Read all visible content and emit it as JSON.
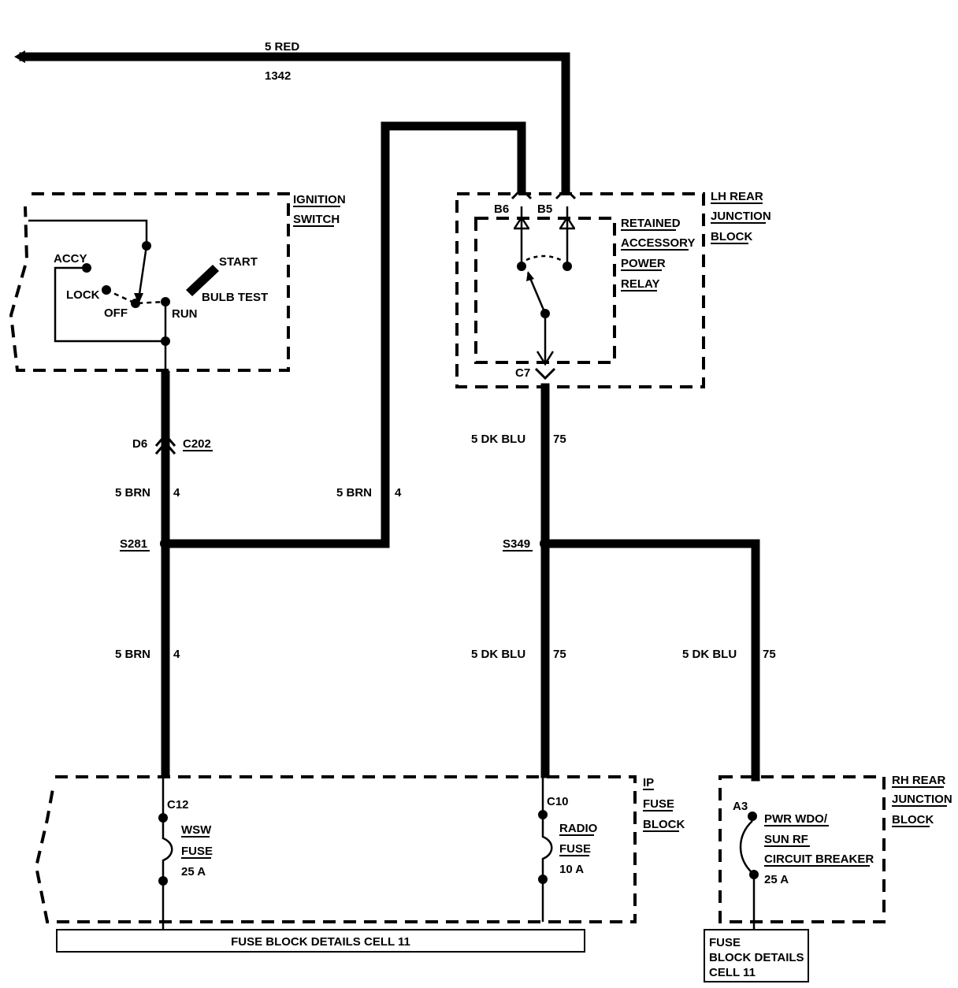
{
  "top_wire": {
    "color": "5 RED",
    "circuit": "1342"
  },
  "ignition_switch": {
    "title_line1": "IGNITION",
    "title_line2": "SWITCH",
    "accy": "ACCY",
    "lock": "LOCK",
    "off": "OFF",
    "run": "RUN",
    "start": "START",
    "bulb_test": "BULB TEST"
  },
  "lh_junction": {
    "title_line1": "LH REAR",
    "title_line2": "JUNCTION",
    "title_line3": "BLOCK",
    "pin_b6": "B6",
    "pin_b5": "B5",
    "pin_c7": "C7",
    "relay_line1": "RETAINED",
    "relay_line2": "ACCESSORY",
    "relay_line3": "POWER",
    "relay_line4": "RELAY"
  },
  "connector_c202": {
    "pin": "D6",
    "name": "C202"
  },
  "wires": {
    "brn_upper_left": {
      "color": "5 BRN",
      "circuit": "4"
    },
    "brn_mid": {
      "color": "5 BRN",
      "circuit": "4"
    },
    "brn_lower_left": {
      "color": "5 BRN",
      "circuit": "4"
    },
    "dkblu_upper": {
      "color": "5 DK BLU",
      "circuit": "75"
    },
    "dkblu_lower": {
      "color": "5 DK BLU",
      "circuit": "75"
    },
    "dkblu_right": {
      "color": "5 DK BLU",
      "circuit": "75"
    }
  },
  "splices": {
    "s281": "S281",
    "s349": "S349"
  },
  "ip_fuse_block": {
    "title_line1": "IP",
    "title_line2": "FUSE",
    "title_line3": "BLOCK",
    "pin_c12": "C12",
    "pin_c10": "C10",
    "wsw_line1": "WSW",
    "wsw_line2": "FUSE",
    "wsw_line3": "25 A",
    "radio_line1": "RADIO",
    "radio_line2": "FUSE",
    "radio_line3": "10 A"
  },
  "rh_junction": {
    "title_line1": "RH REAR",
    "title_line2": "JUNCTION",
    "title_line3": "BLOCK",
    "pin_a3": "A3",
    "cb_line1": "PWR WDO/",
    "cb_line2": "SUN RF",
    "cb_line3": "CIRCUIT BREAKER",
    "cb_line4": "25 A"
  },
  "fuse_details_bar": "FUSE BLOCK DETAILS CELL 11",
  "fuse_details_box": {
    "line1": "FUSE",
    "line2": "BLOCK DETAILS",
    "line3": "CELL 11"
  }
}
